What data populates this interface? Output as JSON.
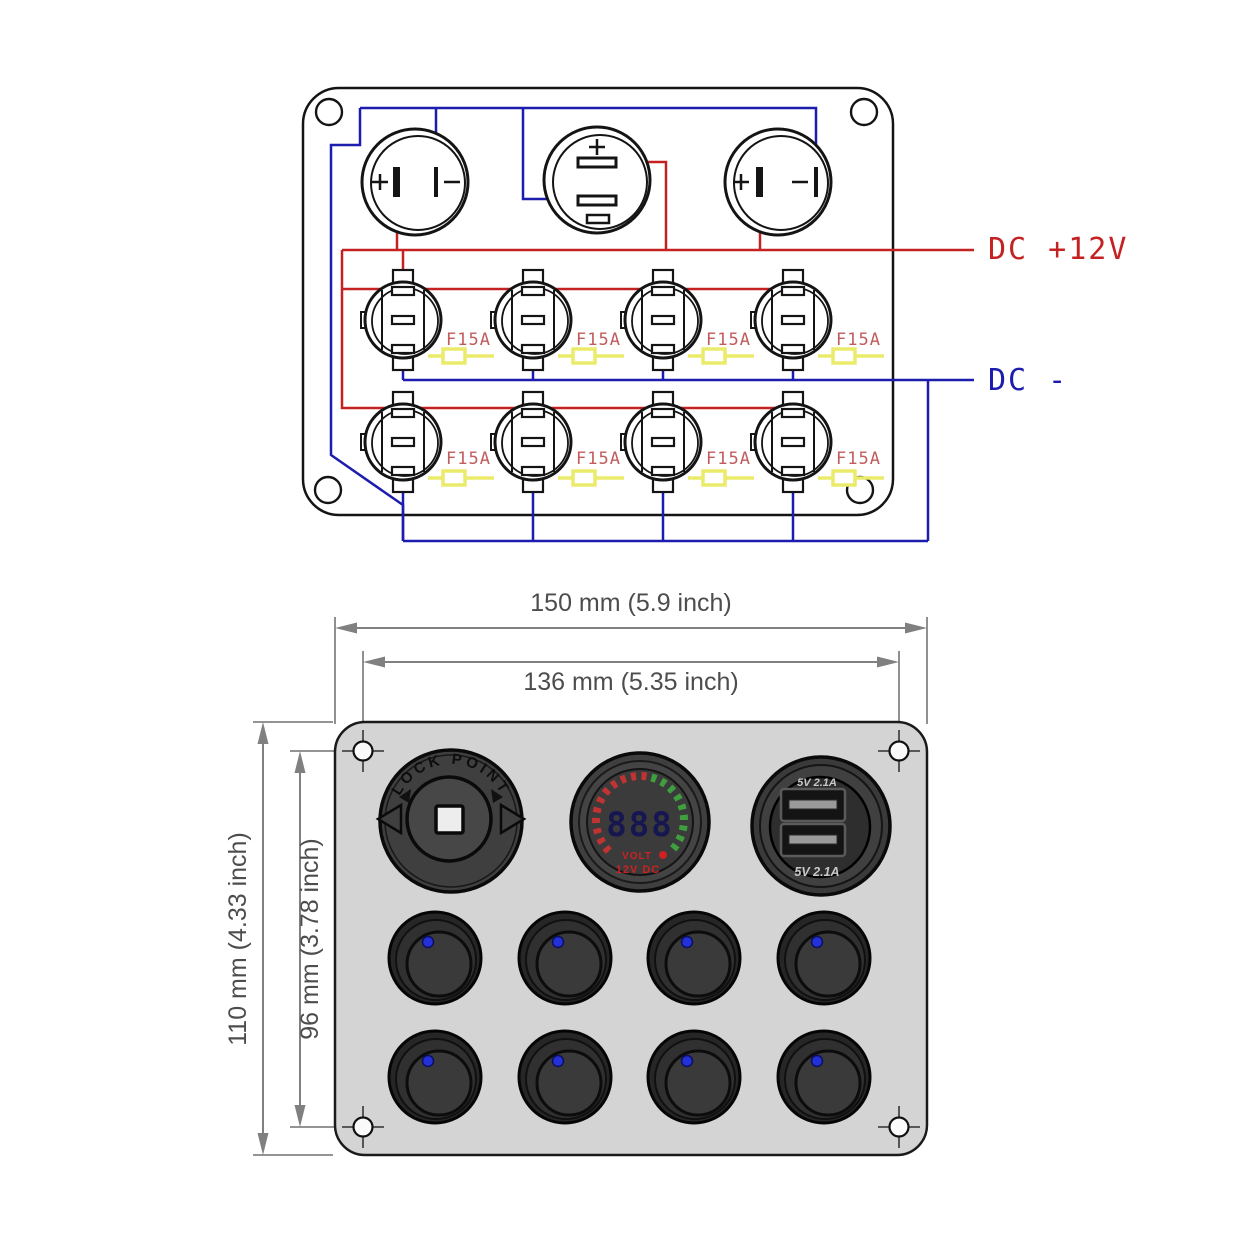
{
  "diagram": {
    "positive_label": "DC +12V",
    "negative_label": "DC -",
    "fuse_labels": [
      "F15A",
      "F15A",
      "F15A",
      "F15A",
      "F15A",
      "F15A",
      "F15A",
      "F15A"
    ],
    "colors": {
      "positive_wire": "#c42222",
      "negative_wire": "#1c1cae",
      "fuse_symbol": "#ebeb6b",
      "fuse_text": "#c25c5c",
      "outline": "#141414"
    }
  },
  "drawing": {
    "dimensions": {
      "outer_width": "150 mm (5.9 inch)",
      "inner_width": "136 mm (5.35 inch)",
      "outer_height": "110 mm (4.33 inch)",
      "inner_height": "96 mm (3.78 inch)"
    },
    "panel_color": "#d4d4d4",
    "lighter_socket": {
      "label": "LOCK POINT"
    },
    "voltmeter": {
      "display": "888",
      "unit_label": "VOLT",
      "sub_label": "12V DC",
      "digit_color": "#161650",
      "led_red": "#c03333",
      "led_green": "#3f9f3f",
      "text_color": "#cc2222"
    },
    "usb_socket": {
      "top_label": "5V 2.1A",
      "bottom_label": "5V 2.1A"
    },
    "rocker_led_color": "#2431d6"
  }
}
